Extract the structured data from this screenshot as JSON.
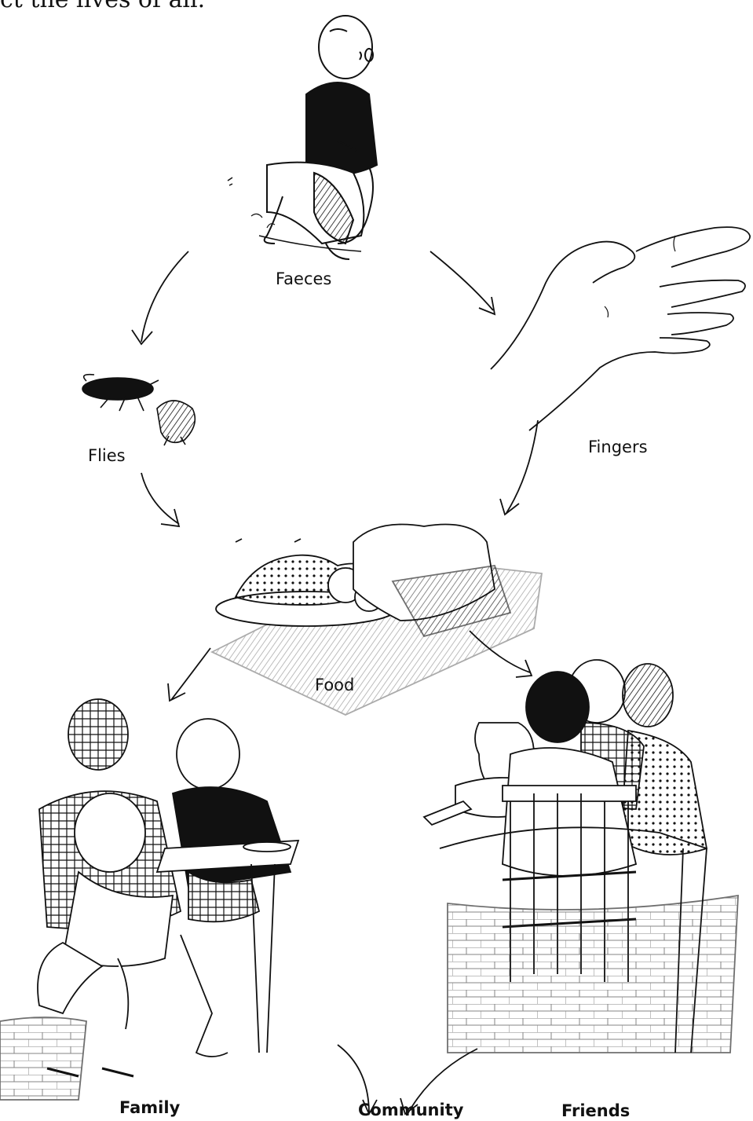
{
  "header_text": "ct the lives of all.",
  "labels": {
    "faeces": "Faeces",
    "flies": "Flies",
    "fingers": "Fingers",
    "food": "Food",
    "family": "Family",
    "community": "Community",
    "friends": "Friends"
  },
  "colors": {
    "ink": "#111111",
    "paper": "#ffffff"
  }
}
